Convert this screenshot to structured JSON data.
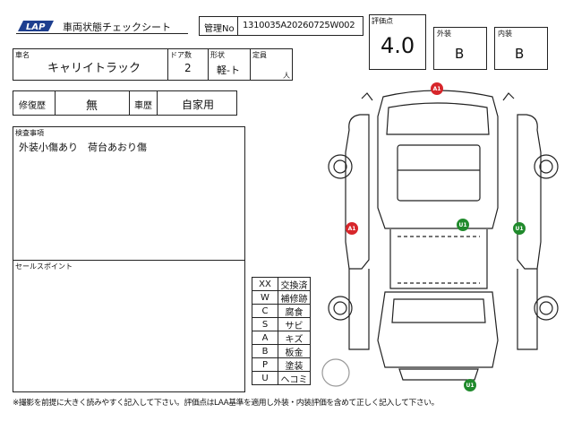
{
  "header": {
    "logo_text": "LAP",
    "sheet_title": "車両状態チェックシート",
    "mgmt_label": "管理No",
    "mgmt_no": "1310035A20260725W002"
  },
  "scores": {
    "grade_label": "評価点",
    "grade": "4.0",
    "exterior_label": "外装",
    "exterior": "B",
    "interior_label": "内装",
    "interior": "B"
  },
  "vehicle": {
    "name_label": "車名",
    "name": "キャリイトラック",
    "doors_label": "ドア数",
    "doors": "2",
    "shape_label": "形状",
    "shape": "軽-ト",
    "capacity_label": "定員",
    "capacity_unit": "人"
  },
  "history": {
    "repair_label": "修復歴",
    "repair": "無",
    "type_label": "車歴",
    "type": "自家用"
  },
  "inspection": {
    "label": "検査事項",
    "text": "外装小傷あり　荷台あおり傷"
  },
  "sales": {
    "label": "セールスポイント"
  },
  "legend": [
    {
      "code": "XX",
      "desc": "交換済"
    },
    {
      "code": "W",
      "desc": "補修跡"
    },
    {
      "code": "C",
      "desc": "腐食"
    },
    {
      "code": "S",
      "desc": "サビ"
    },
    {
      "code": "A",
      "desc": "キズ"
    },
    {
      "code": "B",
      "desc": "板金"
    },
    {
      "code": "P",
      "desc": "塗装"
    },
    {
      "code": "U",
      "desc": "ヘコミ"
    }
  ],
  "markers": [
    {
      "text": "A1",
      "color": "#d7262b"
    },
    {
      "text": "A1",
      "color": "#d7262b"
    },
    {
      "text": "U1",
      "color": "#208a2c"
    },
    {
      "text": "U1",
      "color": "#208a2c"
    },
    {
      "text": "U1",
      "color": "#208a2c"
    }
  ],
  "footer_note": "※撮影を前提に大きく読みやすく記入して下さい。評価点はLAA基準を適用し外装・内装評価を含めて正しく記入して下さい。"
}
